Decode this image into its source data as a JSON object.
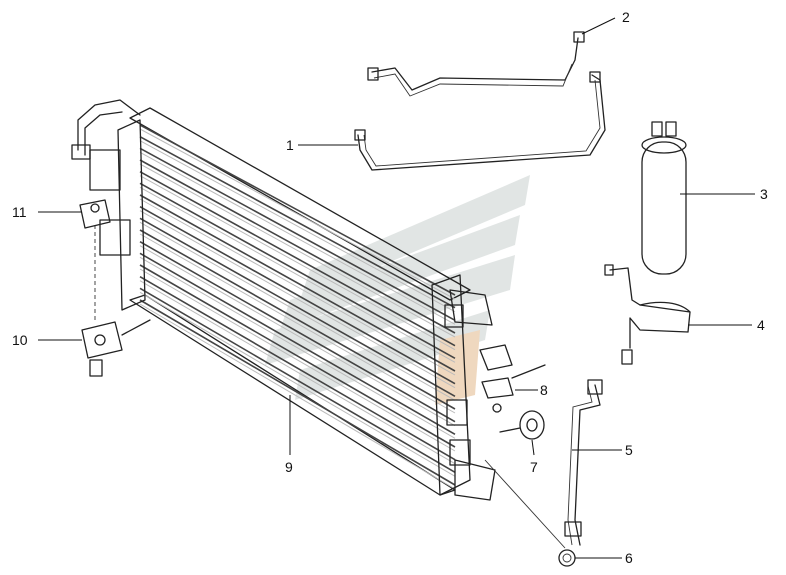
{
  "diagram": {
    "callouts": [
      {
        "id": "1",
        "label": "1"
      },
      {
        "id": "2",
        "label": "2"
      },
      {
        "id": "3",
        "label": "3"
      },
      {
        "id": "4",
        "label": "4"
      },
      {
        "id": "5",
        "label": "5"
      },
      {
        "id": "6",
        "label": "6"
      },
      {
        "id": "7",
        "label": "7"
      },
      {
        "id": "8",
        "label": "8"
      },
      {
        "id": "9",
        "label": "9"
      },
      {
        "id": "10",
        "label": "10"
      },
      {
        "id": "11",
        "label": "11"
      }
    ],
    "colors": {
      "line": "#222222",
      "watermark_gray": "#c9d0cf",
      "watermark_orange": "#e3b98c",
      "receiver_fill": "#e8e8e8"
    }
  }
}
